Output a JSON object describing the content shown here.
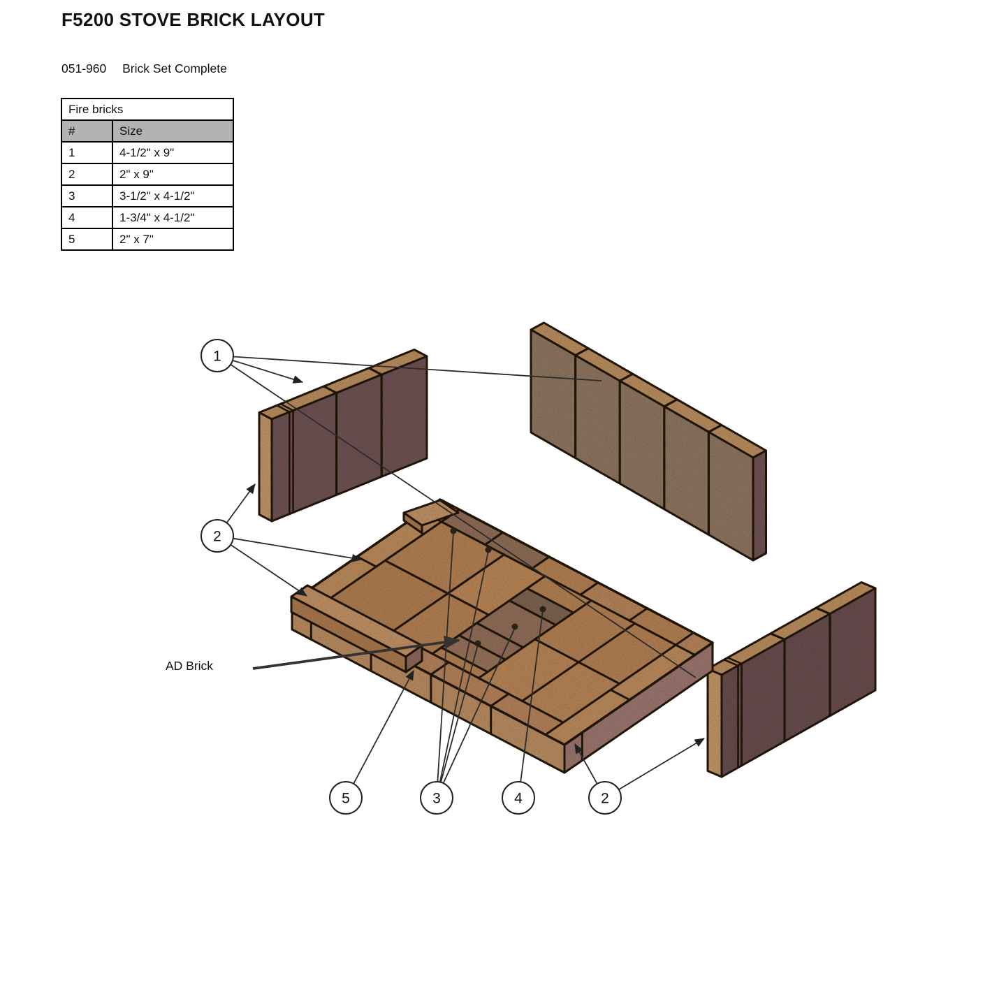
{
  "page": {
    "title": "F5200 STOVE BRICK LAYOUT",
    "part_number": "051-960",
    "part_name": "Brick Set Complete"
  },
  "table": {
    "title": "Fire bricks",
    "headers": [
      "#",
      "Size"
    ],
    "rows": [
      [
        "1",
        "4-1/2\" x 9\""
      ],
      [
        "2",
        "2\" x 9\""
      ],
      [
        "3",
        "3-1/2\" x 4-1/2\""
      ],
      [
        "4",
        "1-3/4\" x 4-1/2\""
      ],
      [
        "5",
        "2\" x 7\""
      ]
    ]
  },
  "diagram": {
    "ad_brick_label": "AD Brick",
    "callouts": {
      "c1": "1",
      "c2_left": "2",
      "c5": "5",
      "c3": "3",
      "c4": "4",
      "c2_right": "2"
    }
  },
  "colors": {
    "wall_face_maroon": "#6d5153",
    "wall_face_maroon_dark": "#664b4e",
    "back_wall_face": "#8c7460",
    "edge_tan": "#b88c5f",
    "cap_tan": "#c09468",
    "floor_field": "#b17f53",
    "floor_dark_3": "#8f6d58",
    "floor_dark_4": "#7c624f",
    "floor_ad": "#95715a",
    "header_gray": "#b3b3b3"
  }
}
